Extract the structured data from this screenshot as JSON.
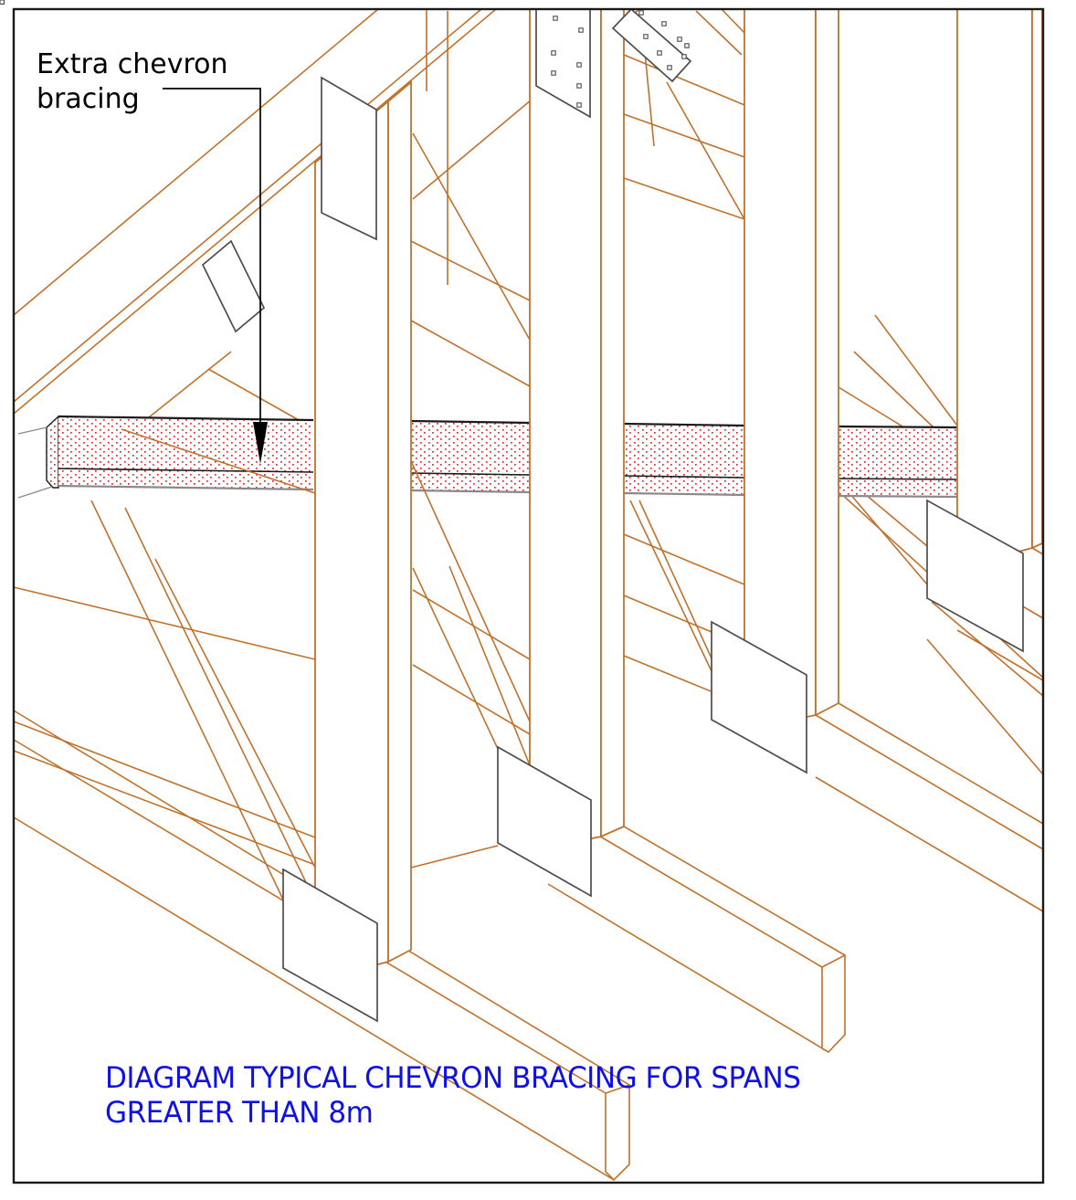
{
  "document": {
    "kind": "timber roof truss construction detail (isometric CAD view)"
  },
  "annotation": {
    "label_line1": "Extra chevron",
    "label_line2": "bracing"
  },
  "caption": {
    "line1": "DIAGRAM TYPICAL CHEVRON BRACING FOR SPANS",
    "line2": "GREATER THAN 8m"
  },
  "icons": [
    {
      "name": "down-arrow-icon",
      "meaning": "solid leader arrowhead pointing at the chevron bracing binder member"
    }
  ],
  "colors": {
    "background": "#ffffff",
    "timber_line": "#c0722c",
    "nail_plate_line": "#4d4d4d",
    "binder_dot_red": "#e8242a",
    "binder_top_edge": "#1a1a1a",
    "binder_bottom_edge": "#8a8a8a",
    "border_black": "#1a1a1a",
    "label_black": "#000000",
    "caption_blue": "#0f10e8"
  },
  "counts": {
    "vertical_posts": 4,
    "nail_plates": 8,
    "binder_segments": 4
  }
}
